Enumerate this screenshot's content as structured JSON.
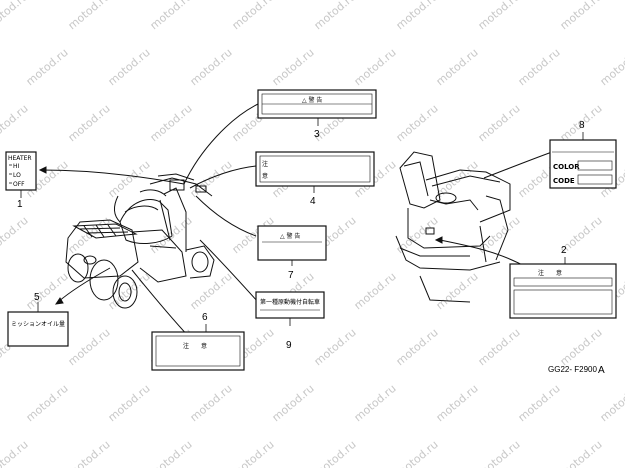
{
  "watermark": "motod.ru",
  "diagram_code": "GG22- F2900",
  "diagram_suffix": "A",
  "callouts": [
    {
      "num": "1",
      "lines": [
        "HEATER",
        "HI",
        "LO",
        "OFF"
      ]
    },
    {
      "num": "2",
      "lines": [
        "注　　意"
      ]
    },
    {
      "num": "3",
      "lines": [
        "△ 警 告"
      ]
    },
    {
      "num": "4",
      "lines": [
        "注",
        "意"
      ]
    },
    {
      "num": "5",
      "lines": [
        "ミッションオイル量"
      ]
    },
    {
      "num": "6",
      "lines": [
        "注　　意"
      ]
    },
    {
      "num": "7",
      "lines": [
        "△ 警 告"
      ]
    },
    {
      "num": "8",
      "lines": [
        "COLOR",
        "CODE"
      ]
    },
    {
      "num": "9",
      "lines": [
        "第一種原動機付自転車"
      ]
    }
  ]
}
